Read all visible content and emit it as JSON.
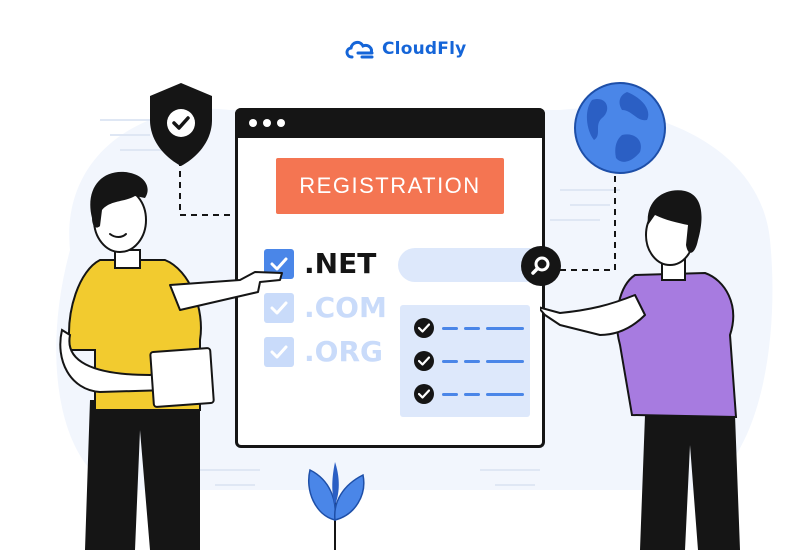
{
  "brand": {
    "name": "CloudFly",
    "color": "#1565d8",
    "icon": "cloud-icon"
  },
  "registration": {
    "label": "REGISTRATION",
    "color": "#f47552"
  },
  "domains": [
    {
      "label": ".NET",
      "checked": true,
      "active": true
    },
    {
      "label": ".COM",
      "checked": true,
      "active": false
    },
    {
      "label": ".ORG",
      "checked": true,
      "active": false
    }
  ],
  "icons": {
    "shield": "shield-check-icon",
    "globe": "globe-icon",
    "search": "magnifier-icon",
    "plant": "leaf-plant-icon"
  },
  "colors": {
    "accent_blue": "#4a86e8",
    "light_blue": "#dde8fb",
    "yellow_shirt": "#f2cb2f",
    "purple_shirt": "#a77be0",
    "ink": "#151515"
  }
}
